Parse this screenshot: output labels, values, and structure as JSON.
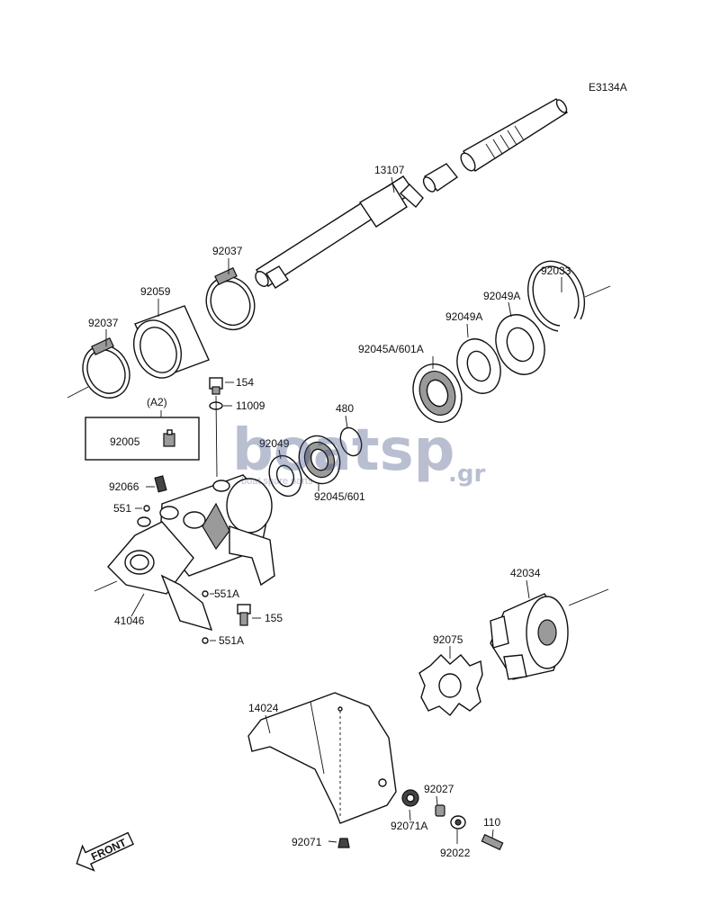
{
  "diagram": {
    "code": "E3134A",
    "watermark": {
      "main": "boatsp",
      "tld": ".gr",
      "sub": "boat spare parts"
    },
    "front_label": "FRONT",
    "callouts": [
      {
        "id": "13107",
        "text": "13107"
      },
      {
        "id": "92037-upper",
        "text": "92037"
      },
      {
        "id": "92059",
        "text": "92059"
      },
      {
        "id": "92037-lower",
        "text": "92037"
      },
      {
        "id": "92033",
        "text": "92033"
      },
      {
        "id": "92049A-1",
        "text": "92049A"
      },
      {
        "id": "92049A-2",
        "text": "92049A"
      },
      {
        "id": "92045A",
        "text": "92045A/601A"
      },
      {
        "id": "154",
        "text": "154"
      },
      {
        "id": "11009",
        "text": "11009"
      },
      {
        "id": "A2",
        "text": "(A2)"
      },
      {
        "id": "92005",
        "text": "92005"
      },
      {
        "id": "480",
        "text": "480"
      },
      {
        "id": "92049",
        "text": "92049"
      },
      {
        "id": "92045",
        "text": "92045/601"
      },
      {
        "id": "92066",
        "text": "92066"
      },
      {
        "id": "551",
        "text": "551"
      },
      {
        "id": "551A-1",
        "text": "551A"
      },
      {
        "id": "41046",
        "text": "41046"
      },
      {
        "id": "155",
        "text": "155"
      },
      {
        "id": "551A-2",
        "text": "551A"
      },
      {
        "id": "42034",
        "text": "42034"
      },
      {
        "id": "92075",
        "text": "92075"
      },
      {
        "id": "14024",
        "text": "14024"
      },
      {
        "id": "92027",
        "text": "92027"
      },
      {
        "id": "92071A",
        "text": "92071A"
      },
      {
        "id": "110",
        "text": "110"
      },
      {
        "id": "92071",
        "text": "92071"
      },
      {
        "id": "92022",
        "text": "92022"
      }
    ]
  }
}
